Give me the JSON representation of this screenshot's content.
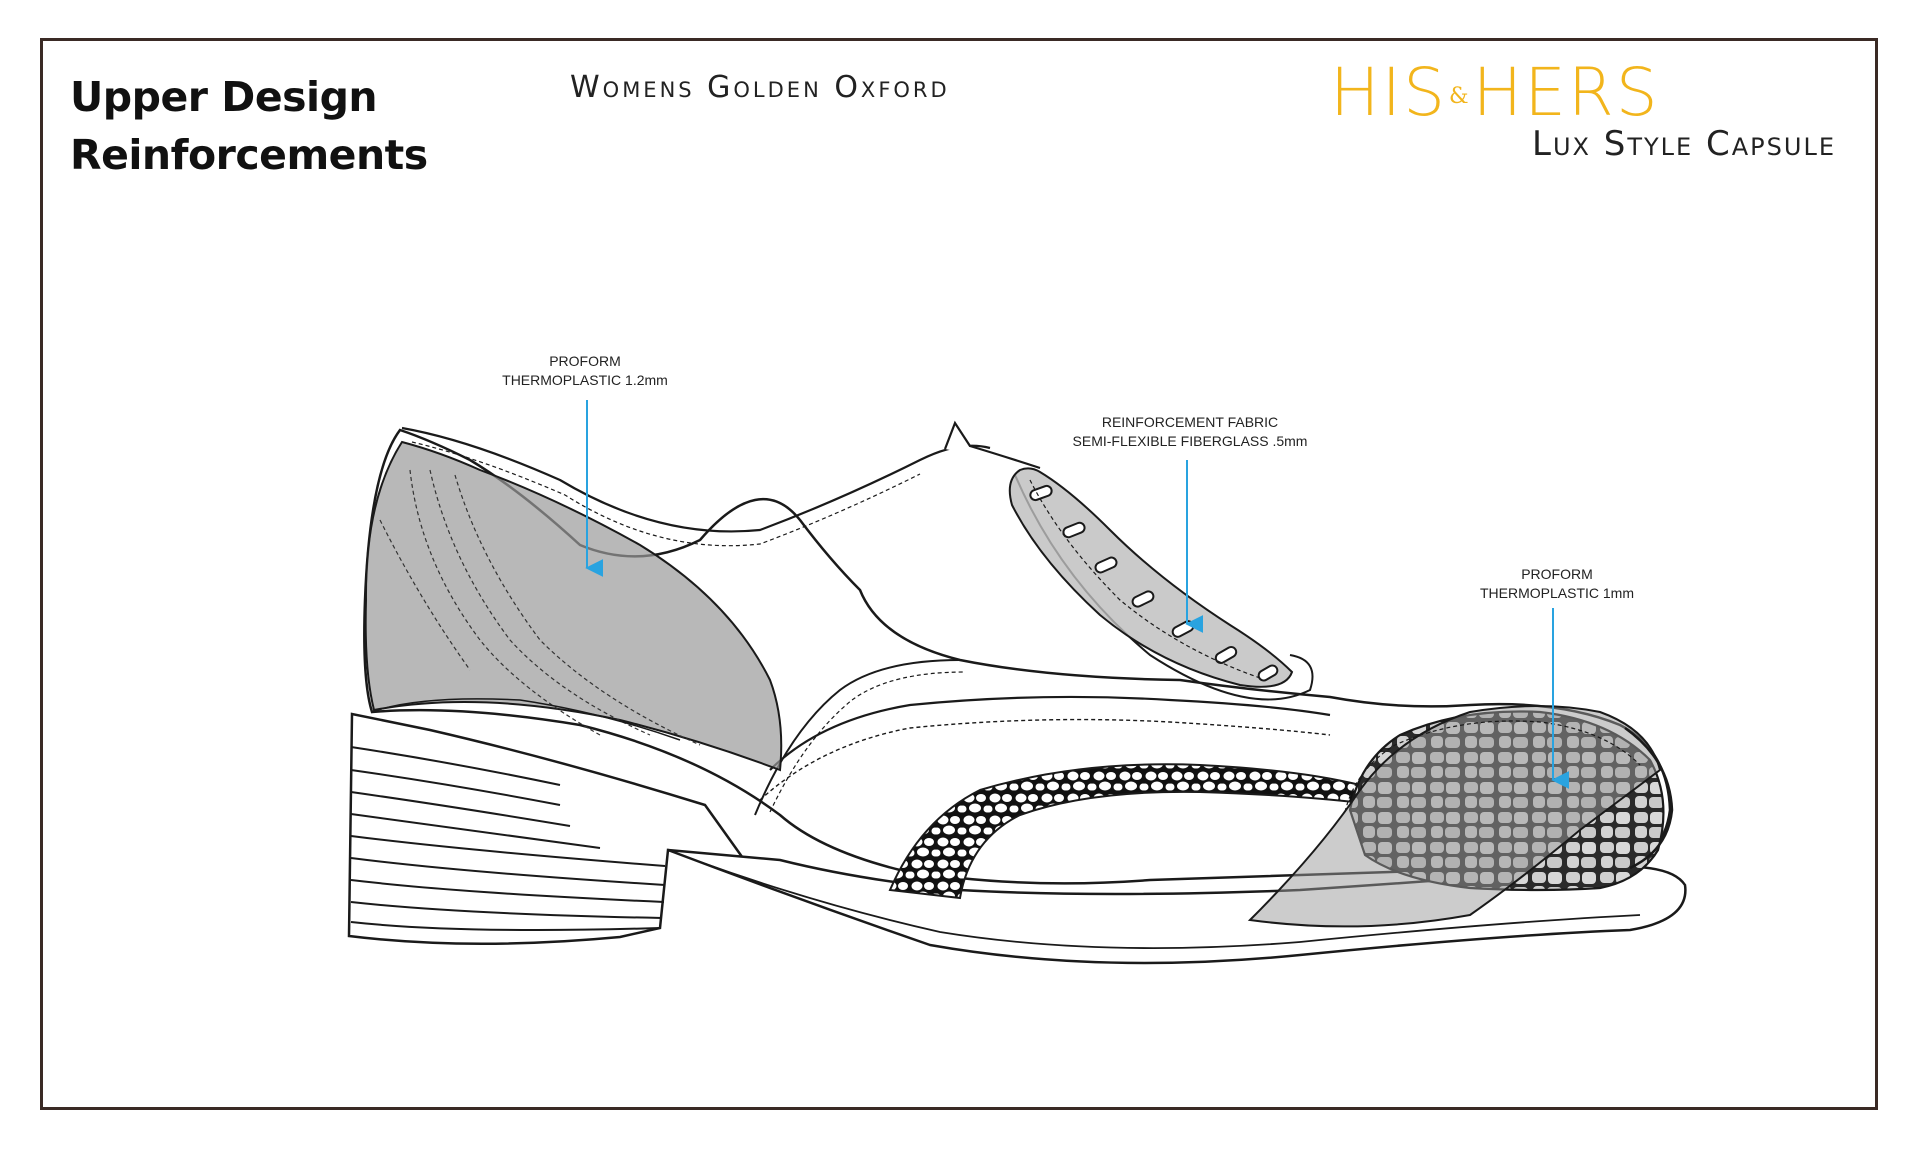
{
  "header": {
    "section_title_line1": "Upper Design",
    "section_title_line2": "Reinforcements",
    "document_title": "Womens Golden Oxford"
  },
  "brand": {
    "his": "HIS",
    "amp": "&",
    "hers": "HERS",
    "subtitle": "Lux Style Capsule",
    "accent_color": "#f2b51c"
  },
  "callouts": [
    {
      "line1": "PROFORM",
      "line2": "THERMOPLASTIC 1.2mm",
      "target": "heel counter"
    },
    {
      "line1": "REINFORCEMENT FABRIC",
      "line2": "SEMI-FLEXIBLE FIBERGLASS .5mm",
      "target": "eyelet facing"
    },
    {
      "line1": "PROFORM",
      "line2": "THERMOPLASTIC 1mm",
      "target": "toe cap"
    }
  ],
  "colors": {
    "arrow": "#29a3e0",
    "outline": "#1a1a1a",
    "reinforcement_fill": "#9a9a9a",
    "frame": "#3a2a25"
  }
}
